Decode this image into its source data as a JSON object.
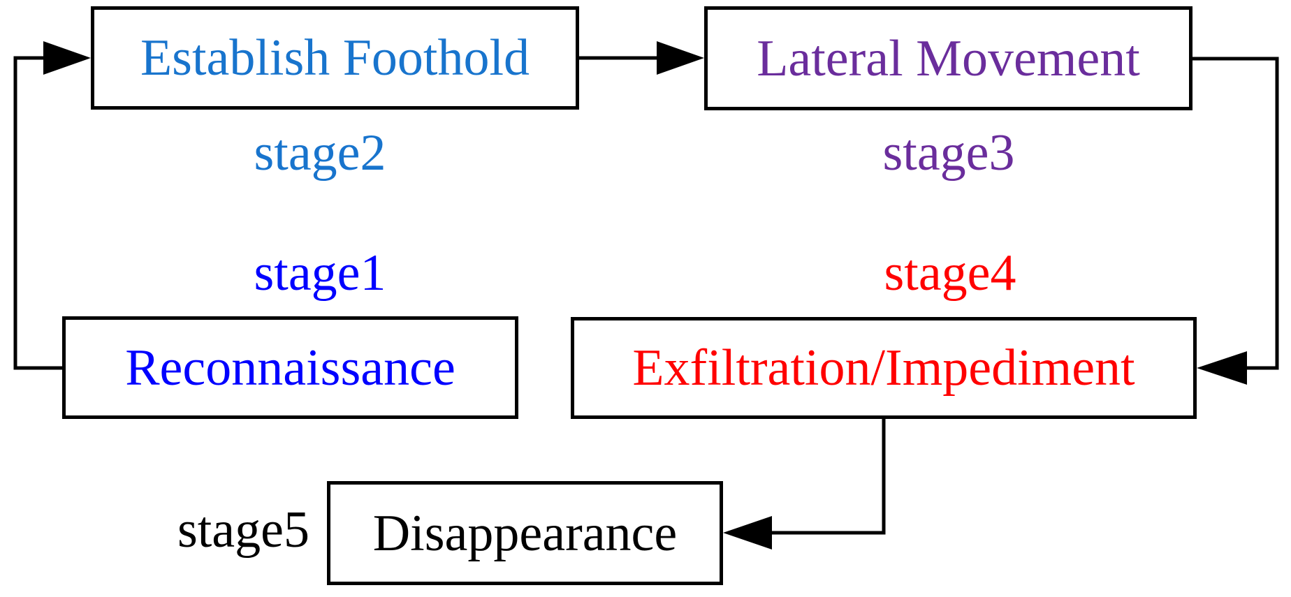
{
  "diagram": {
    "type": "flowchart",
    "nodes": {
      "reconnaissance": {
        "label": "Reconnaissance",
        "color": "#0000FF"
      },
      "establish_foothold": {
        "label": "Establish Foothold",
        "color": "#1874CD"
      },
      "lateral_movement": {
        "label": "Lateral Movement",
        "color": "#6A2D9C"
      },
      "exfiltration": {
        "label": "Exfiltration/Impediment",
        "color": "#FF0000"
      },
      "disappearance": {
        "label": "Disappearance",
        "color": "#000000"
      }
    },
    "stage_labels": {
      "stage1": {
        "label": "stage1",
        "color": "#0000FF",
        "refers_to": "reconnaissance"
      },
      "stage2": {
        "label": "stage2",
        "color": "#1874CD",
        "refers_to": "establish_foothold"
      },
      "stage3": {
        "label": "stage3",
        "color": "#6A2D9C",
        "refers_to": "lateral_movement"
      },
      "stage4": {
        "label": "stage4",
        "color": "#FF0000",
        "refers_to": "exfiltration"
      },
      "stage5": {
        "label": "stage5",
        "color": "#000000",
        "refers_to": "disappearance"
      }
    },
    "edges": [
      {
        "from": "reconnaissance",
        "to": "establish_foothold"
      },
      {
        "from": "establish_foothold",
        "to": "lateral_movement"
      },
      {
        "from": "lateral_movement",
        "to": "exfiltration"
      },
      {
        "from": "exfiltration",
        "to": "disappearance"
      }
    ],
    "colors": {
      "connector": "#000000",
      "box_border": "#000000",
      "box_fill": "#FFFFFF",
      "background": "#FFFFFF"
    }
  }
}
